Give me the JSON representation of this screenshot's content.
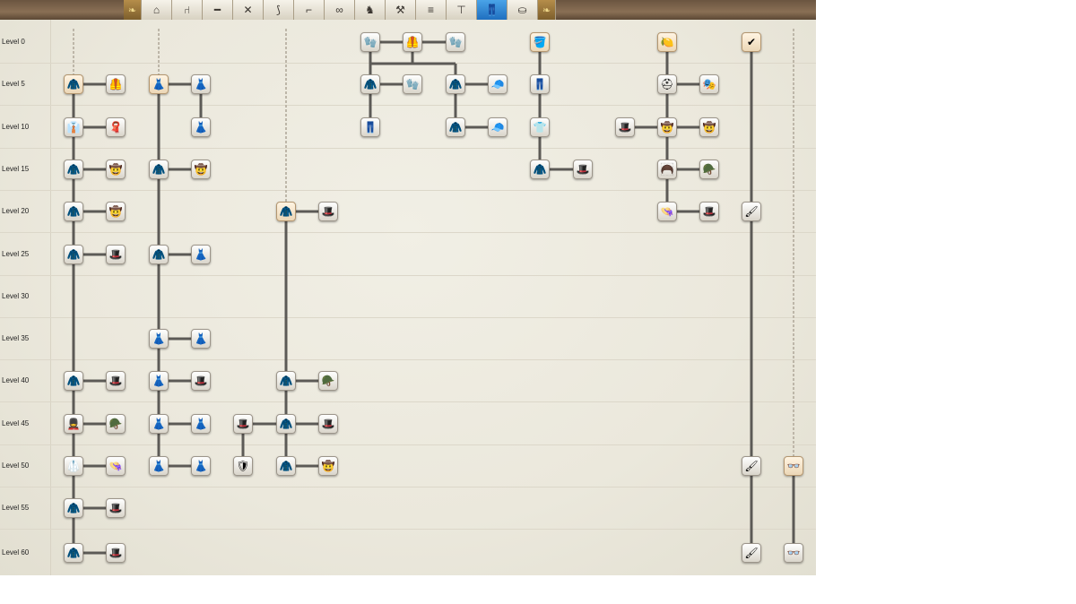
{
  "tabs": [
    {
      "icon": "home-icon",
      "glyph": "⌂"
    },
    {
      "icon": "chair-icon",
      "glyph": "⑁"
    },
    {
      "icon": "rifle-icon",
      "glyph": "━"
    },
    {
      "icon": "crossed-swords-icon",
      "glyph": "✕"
    },
    {
      "icon": "bow-icon",
      "glyph": "⟆"
    },
    {
      "icon": "cannon-icon",
      "glyph": "⌐"
    },
    {
      "icon": "binoculars-icon",
      "glyph": "∞"
    },
    {
      "icon": "horse-icon",
      "glyph": "♞"
    },
    {
      "icon": "tools-icon",
      "glyph": "⚒"
    },
    {
      "icon": "guns-icon",
      "glyph": "≡"
    },
    {
      "icon": "stand-icon",
      "glyph": "⊤"
    },
    {
      "icon": "clothing-icon",
      "glyph": "👖",
      "active": true
    },
    {
      "icon": "bag-icon",
      "glyph": "⛀"
    }
  ],
  "levels": [
    "Level 0",
    "Level 5",
    "Level 10",
    "Level 15",
    "Level 20",
    "Level 25",
    "Level 30",
    "Level 35",
    "Level 40",
    "Level 45",
    "Level 50",
    "Level 55",
    "Level 60"
  ],
  "items": [
    {
      "id": "c1l5a",
      "col": 1,
      "row": 1,
      "glyph": "🧥",
      "icon": "coat-icon",
      "gold": true
    },
    {
      "id": "c1l5b",
      "col": 2,
      "row": 1,
      "glyph": "🦺",
      "icon": "vest-icon"
    },
    {
      "id": "c1l10a",
      "col": 1,
      "row": 2,
      "glyph": "👔",
      "icon": "shirt-icon"
    },
    {
      "id": "c1l10b",
      "col": 2,
      "row": 2,
      "glyph": "🧣",
      "icon": "scarf-icon"
    },
    {
      "id": "c1l15a",
      "col": 1,
      "row": 3,
      "glyph": "🧥",
      "icon": "coat-icon"
    },
    {
      "id": "c1l15b",
      "col": 2,
      "row": 3,
      "glyph": "🤠",
      "icon": "hat-icon"
    },
    {
      "id": "c1l20a",
      "col": 1,
      "row": 4,
      "glyph": "🧥",
      "icon": "coat-icon"
    },
    {
      "id": "c1l20b",
      "col": 2,
      "row": 4,
      "glyph": "🤠",
      "icon": "hat-icon"
    },
    {
      "id": "c1l25a",
      "col": 1,
      "row": 5,
      "glyph": "🧥",
      "icon": "coat-icon"
    },
    {
      "id": "c1l25b",
      "col": 2,
      "row": 5,
      "glyph": "🎩",
      "icon": "hat-icon"
    },
    {
      "id": "c1l40a",
      "col": 1,
      "row": 8,
      "glyph": "🧥",
      "icon": "coat-icon"
    },
    {
      "id": "c1l40b",
      "col": 2,
      "row": 8,
      "glyph": "🎩",
      "icon": "hat-icon"
    },
    {
      "id": "c1l45a",
      "col": 1,
      "row": 9,
      "glyph": "💂",
      "icon": "uniform-icon"
    },
    {
      "id": "c1l45b",
      "col": 2,
      "row": 9,
      "glyph": "🪖",
      "icon": "shako-icon"
    },
    {
      "id": "c1l50a",
      "col": 1,
      "row": 10,
      "glyph": "🥼",
      "icon": "coat-icon"
    },
    {
      "id": "c1l50b",
      "col": 2,
      "row": 10,
      "glyph": "👒",
      "icon": "hat-icon"
    },
    {
      "id": "c1l55a",
      "col": 1,
      "row": 11,
      "glyph": "🧥",
      "icon": "coat-icon"
    },
    {
      "id": "c1l55b",
      "col": 2,
      "row": 11,
      "glyph": "🎩",
      "icon": "hat-icon"
    },
    {
      "id": "c1l60a",
      "col": 1,
      "row": 12,
      "glyph": "🧥",
      "icon": "coat-icon"
    },
    {
      "id": "c1l60b",
      "col": 2,
      "row": 12,
      "glyph": "🎩",
      "icon": "hat-icon"
    },
    {
      "id": "c2l5a",
      "col": 3,
      "row": 1,
      "glyph": "👗",
      "icon": "dress-icon",
      "gold": true
    },
    {
      "id": "c2l5b",
      "col": 4,
      "row": 1,
      "glyph": "👗",
      "icon": "dress-icon"
    },
    {
      "id": "c2l10b",
      "col": 4,
      "row": 2,
      "glyph": "👗",
      "icon": "dress-icon"
    },
    {
      "id": "c2l15a",
      "col": 3,
      "row": 3,
      "glyph": "🧥",
      "icon": "coat-icon"
    },
    {
      "id": "c2l15b",
      "col": 4,
      "row": 3,
      "glyph": "🤠",
      "icon": "hat-icon"
    },
    {
      "id": "c2l25a",
      "col": 3,
      "row": 5,
      "glyph": "🧥",
      "icon": "coat-icon"
    },
    {
      "id": "c2l25b",
      "col": 4,
      "row": 5,
      "glyph": "👗",
      "icon": "dress-icon"
    },
    {
      "id": "c2l35a",
      "col": 3,
      "row": 7,
      "glyph": "👗",
      "icon": "dress-icon"
    },
    {
      "id": "c2l35b",
      "col": 4,
      "row": 7,
      "glyph": "👗",
      "icon": "dress-icon"
    },
    {
      "id": "c2l40a",
      "col": 3,
      "row": 8,
      "glyph": "👗",
      "icon": "dress-icon"
    },
    {
      "id": "c2l40b",
      "col": 4,
      "row": 8,
      "glyph": "🎩",
      "icon": "hat-icon"
    },
    {
      "id": "c2l45a",
      "col": 3,
      "row": 9,
      "glyph": "👗",
      "icon": "dress-icon"
    },
    {
      "id": "c2l45b",
      "col": 4,
      "row": 9,
      "glyph": "👗",
      "icon": "dress-icon"
    },
    {
      "id": "c2l50a",
      "col": 3,
      "row": 10,
      "glyph": "👗",
      "icon": "dress-icon"
    },
    {
      "id": "c2l50b",
      "col": 4,
      "row": 10,
      "glyph": "👗",
      "icon": "dress-icon"
    },
    {
      "id": "c3l45a",
      "col": 5,
      "row": 9,
      "glyph": "🎩",
      "icon": "hat-icon"
    },
    {
      "id": "c3l50a",
      "col": 5,
      "row": 10,
      "glyph": "🛡",
      "icon": "shield-icon"
    },
    {
      "id": "c4l20a",
      "col": 6,
      "row": 4,
      "glyph": "🧥",
      "icon": "coat-icon",
      "gold": true
    },
    {
      "id": "c4l20b",
      "col": 7,
      "row": 4,
      "glyph": "🎩",
      "icon": "hat-icon"
    },
    {
      "id": "c4l40a",
      "col": 6,
      "row": 8,
      "glyph": "🧥",
      "icon": "coat-icon"
    },
    {
      "id": "c4l40b",
      "col": 7,
      "row": 8,
      "glyph": "🪖",
      "icon": "helmet-icon"
    },
    {
      "id": "c4l45a",
      "col": 6,
      "row": 9,
      "glyph": "🧥",
      "icon": "coat-icon"
    },
    {
      "id": "c4l45b",
      "col": 7,
      "row": 9,
      "glyph": "🎩",
      "icon": "hat-icon"
    },
    {
      "id": "c4l50a",
      "col": 6,
      "row": 10,
      "glyph": "🧥",
      "icon": "coat-icon"
    },
    {
      "id": "c4l50b",
      "col": 7,
      "row": 10,
      "glyph": "🤠",
      "icon": "hat-icon"
    },
    {
      "id": "c5l0a",
      "col": 8,
      "row": 0,
      "glyph": "🧤",
      "icon": "glove-icon"
    },
    {
      "id": "c5l0b",
      "col": 9,
      "row": 0,
      "glyph": "🦺",
      "icon": "vest-icon"
    },
    {
      "id": "c5l0c",
      "col": 10,
      "row": 0,
      "glyph": "🧤",
      "icon": "glove-icon"
    },
    {
      "id": "c5l5a",
      "col": 8,
      "row": 1,
      "glyph": "🧥",
      "icon": "coat-icon"
    },
    {
      "id": "c5l5b",
      "col": 9,
      "row": 1,
      "glyph": "🧤",
      "icon": "glove-icon"
    },
    {
      "id": "c5l5c",
      "col": 10,
      "row": 1,
      "glyph": "🧥",
      "icon": "coat-icon"
    },
    {
      "id": "c5l5d",
      "col": 11,
      "row": 1,
      "glyph": "🧢",
      "icon": "cap-icon"
    },
    {
      "id": "c5l10a",
      "col": 8,
      "row": 2,
      "glyph": "👖",
      "icon": "pants-icon"
    },
    {
      "id": "c5l10c",
      "col": 10,
      "row": 2,
      "glyph": "🧥",
      "icon": "coat-icon"
    },
    {
      "id": "c5l10d",
      "col": 11,
      "row": 2,
      "glyph": "🧢",
      "icon": "cap-icon"
    },
    {
      "id": "c6l0a",
      "col": 12,
      "row": 0,
      "glyph": "🪣",
      "icon": "apron-icon",
      "gold": true
    },
    {
      "id": "c6l5a",
      "col": 12,
      "row": 1,
      "glyph": "👖",
      "icon": "pants-icon"
    },
    {
      "id": "c6l10a",
      "col": 12,
      "row": 2,
      "glyph": "👕",
      "icon": "shirt-icon"
    },
    {
      "id": "c6l15a",
      "col": 12,
      "row": 3,
      "glyph": "🧥",
      "icon": "coat-icon"
    },
    {
      "id": "c6l15b",
      "col": 13,
      "row": 3,
      "glyph": "🎩",
      "icon": "hat-icon"
    },
    {
      "id": "c7l0a",
      "col": 15,
      "row": 0,
      "glyph": "🍋",
      "icon": "bandana-icon",
      "gold": true
    },
    {
      "id": "c7l5a",
      "col": 15,
      "row": 1,
      "glyph": "⛑",
      "icon": "helmet-icon"
    },
    {
      "id": "c7l5b",
      "col": 16,
      "row": 1,
      "glyph": "🎭",
      "icon": "mask-icon"
    },
    {
      "id": "c7l10x",
      "col": 14,
      "row": 2,
      "glyph": "🎩",
      "icon": "hat-icon"
    },
    {
      "id": "c7l10a",
      "col": 15,
      "row": 2,
      "glyph": "🤠",
      "icon": "hat-icon"
    },
    {
      "id": "c7l10b",
      "col": 16,
      "row": 2,
      "glyph": "🤠",
      "icon": "hat-icon"
    },
    {
      "id": "c7l15a",
      "col": 15,
      "row": 3,
      "glyph": "🦱",
      "icon": "wig-icon"
    },
    {
      "id": "c7l15b",
      "col": 16,
      "row": 3,
      "glyph": "🪖",
      "icon": "helmet-icon"
    },
    {
      "id": "c7l20a",
      "col": 15,
      "row": 4,
      "glyph": "👒",
      "icon": "hat-icon"
    },
    {
      "id": "c7l20b",
      "col": 16,
      "row": 4,
      "glyph": "🎩",
      "icon": "hat-icon"
    },
    {
      "id": "c8l0a",
      "col": 17,
      "row": 0,
      "glyph": "✔",
      "icon": "checkmark-icon",
      "gold": true
    },
    {
      "id": "c8l20a",
      "col": 17,
      "row": 4,
      "glyph": "🖌",
      "icon": "brush-icon"
    },
    {
      "id": "c8l50a",
      "col": 17,
      "row": 10,
      "glyph": "🖌",
      "icon": "brush-icon"
    },
    {
      "id": "c8l60a",
      "col": 17,
      "row": 12,
      "glyph": "🖌",
      "icon": "brush-icon"
    },
    {
      "id": "c9l50a",
      "col": 18,
      "row": 10,
      "glyph": "👓",
      "icon": "glasses-icon",
      "gold": true
    },
    {
      "id": "c9l60a",
      "col": 18,
      "row": 12,
      "glyph": "👓",
      "icon": "glasses-icon"
    }
  ],
  "links": [
    [
      "c1l5a",
      "c1l5b"
    ],
    [
      "c1l10a",
      "c1l10b"
    ],
    [
      "c1l15a",
      "c1l15b"
    ],
    [
      "c1l20a",
      "c1l20b"
    ],
    [
      "c1l25a",
      "c1l25b"
    ],
    [
      "c1l40a",
      "c1l40b"
    ],
    [
      "c1l45a",
      "c1l45b"
    ],
    [
      "c1l50a",
      "c1l50b"
    ],
    [
      "c1l55a",
      "c1l55b"
    ],
    [
      "c1l60a",
      "c1l60b"
    ],
    [
      "c1l5a",
      "c1l60a"
    ],
    [
      "c2l5a",
      "c2l5b"
    ],
    [
      "c2l5b",
      "c2l10b"
    ],
    [
      "c2l15a",
      "c2l15b"
    ],
    [
      "c2l25a",
      "c2l25b"
    ],
    [
      "c2l35a",
      "c2l35b"
    ],
    [
      "c2l40a",
      "c2l40b"
    ],
    [
      "c2l45a",
      "c2l45b"
    ],
    [
      "c2l50a",
      "c2l50b"
    ],
    [
      "c2l5a",
      "c2l50a"
    ],
    [
      "c3l45a",
      "c3l50a"
    ],
    [
      "c3l45a",
      "c4l45a"
    ],
    [
      "c4l20a",
      "c4l20b"
    ],
    [
      "c4l40a",
      "c4l40b"
    ],
    [
      "c4l45a",
      "c4l45b"
    ],
    [
      "c4l50a",
      "c4l50b"
    ],
    [
      "c4l20a",
      "c4l50a"
    ],
    [
      "c5l0a",
      "c5l0b"
    ],
    [
      "c5l0b",
      "c5l0c"
    ],
    [
      "c5l0a",
      "c5l10a"
    ],
    [
      "c5l5a",
      "c5l5b"
    ],
    [
      "c5l5c",
      "c5l5d"
    ],
    [
      "c5l10c",
      "c5l10d"
    ],
    [
      "c5l5c",
      "c5l10c"
    ],
    [
      "c6l0a",
      "c6l15a"
    ],
    [
      "c6l15a",
      "c6l15b"
    ],
    [
      "c7l0a",
      "c7l20a"
    ],
    [
      "c7l5a",
      "c7l5b"
    ],
    [
      "c7l10x",
      "c7l10a"
    ],
    [
      "c7l10a",
      "c7l10b"
    ],
    [
      "c7l15a",
      "c7l15b"
    ],
    [
      "c7l20a",
      "c7l20b"
    ],
    [
      "c8l0a",
      "c8l60a"
    ],
    [
      "c9l50a",
      "c9l60a"
    ]
  ],
  "elbows": [
    [
      "c5l0b",
      "c5l5a",
      "c5l5c"
    ],
    [
      "c6l10a",
      "c6l15a"
    ]
  ]
}
